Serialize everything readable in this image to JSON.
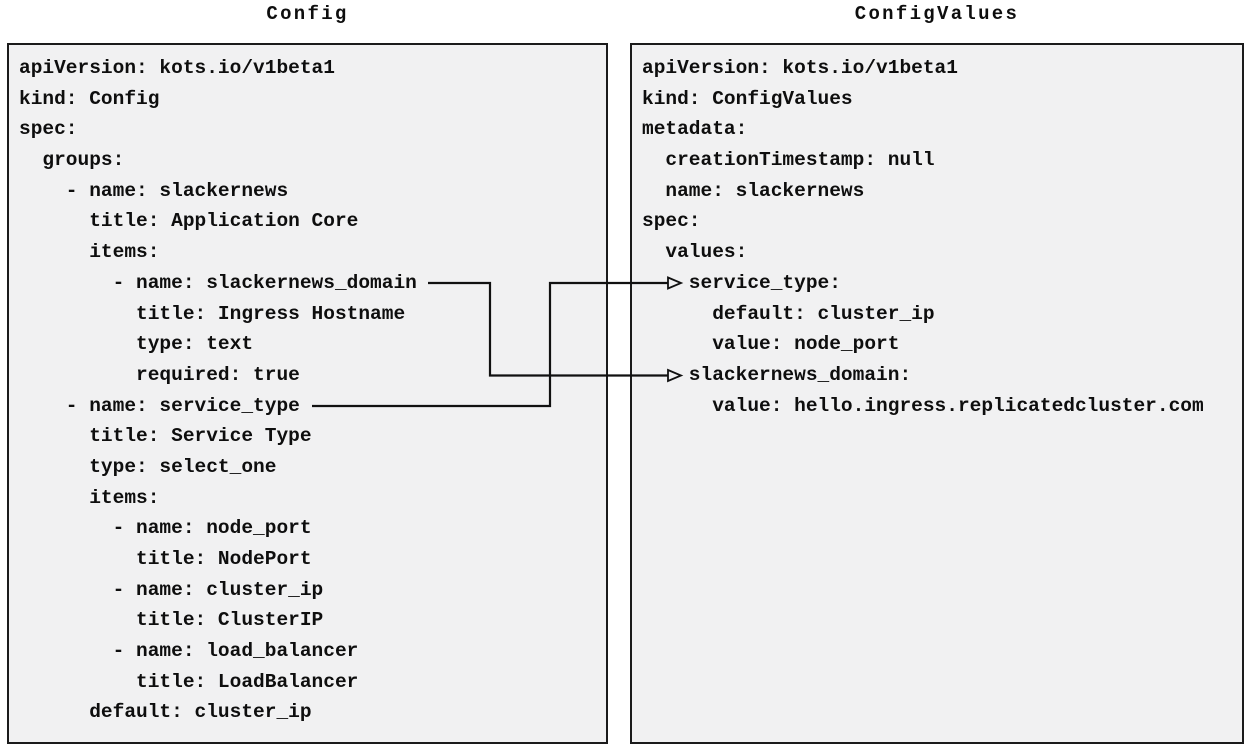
{
  "diagram": {
    "description": "Mapping between a KOTS Config manifest and the ConfigValues manifest generated from it",
    "colors": {
      "panel_bg": "#f1f1f2",
      "border_color": "#1b1b1b",
      "text_color": "#0e0e0e",
      "arrow_color": "#111111",
      "canvas_bg": "#ffffff"
    },
    "left_panel": {
      "title": "Config",
      "lines": [
        "apiVersion: kots.io/v1beta1",
        "kind: Config",
        "spec:",
        "  groups:",
        "    - name: slackernews",
        "      title: Application Core",
        "      items:",
        "        - name: slackernews_domain",
        "          title: Ingress Hostname",
        "          type: text",
        "          required: true",
        "    - name: service_type",
        "      title: Service Type",
        "      type: select_one",
        "      items:",
        "        - name: node_port",
        "          title: NodePort",
        "        - name: cluster_ip",
        "          title: ClusterIP",
        "        - name: load_balancer",
        "          title: LoadBalancer",
        "      default: cluster_ip"
      ]
    },
    "right_panel": {
      "title": "ConfigValues",
      "lines": [
        "apiVersion: kots.io/v1beta1",
        "kind: ConfigValues",
        "metadata:",
        "  creationTimestamp: null",
        "  name: slackernews",
        "spec:",
        "  values:",
        "    service_type:",
        "      default: cluster_ip",
        "      value: node_port",
        "    slackernews_domain:",
        "      value: hello.ingress.replicatedcluster.com"
      ]
    },
    "connections": [
      {
        "source_text": "- name: slackernews_domain",
        "target_text": "slackernews_domain:"
      },
      {
        "source_text": "- name: service_type",
        "target_text": "service_type:"
      }
    ]
  }
}
